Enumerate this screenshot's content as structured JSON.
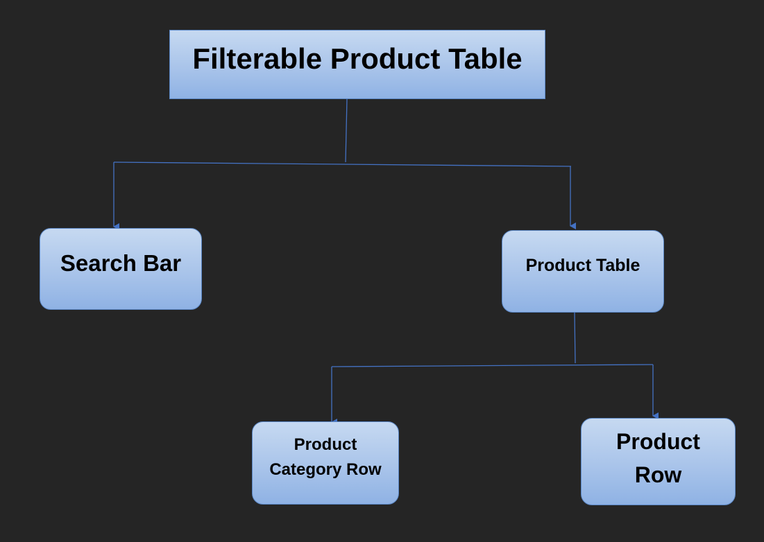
{
  "diagram": {
    "nodes": {
      "root": "Filterable Product Table",
      "search_bar": "Search Bar",
      "product_table": "Product Table",
      "product_category_row": "Product\nCategory Row",
      "product_row": "Product\nRow"
    },
    "edges": [
      {
        "from": "root",
        "to": "search_bar"
      },
      {
        "from": "root",
        "to": "product_table"
      },
      {
        "from": "product_table",
        "to": "product_category_row"
      },
      {
        "from": "product_table",
        "to": "product_row"
      }
    ]
  },
  "colors": {
    "background": "#252525",
    "node_fill_top": "#c6d9f1",
    "node_fill_bottom": "#8fb2e4",
    "node_border": "#5b87c5",
    "connector": "#4472c4"
  }
}
